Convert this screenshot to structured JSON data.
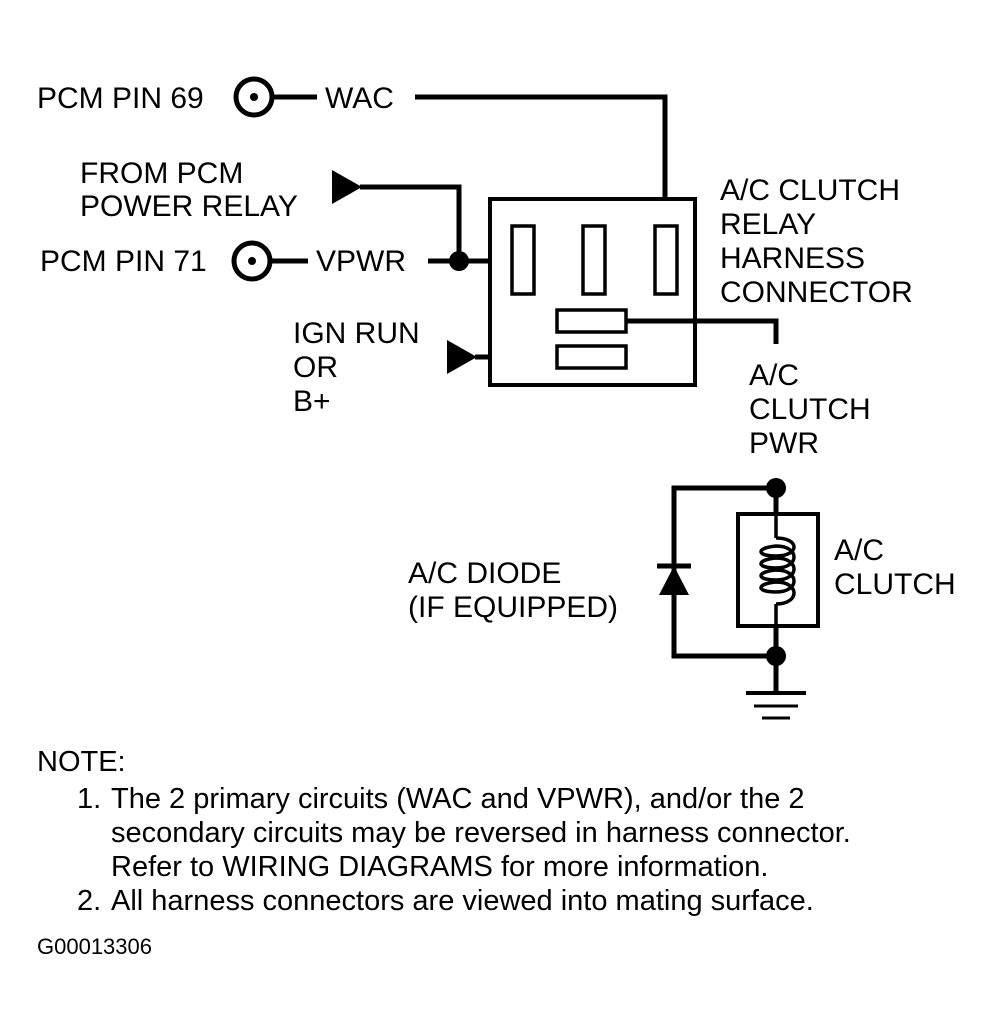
{
  "labels": {
    "pcm_pin_69": "PCM PIN 69",
    "wac": "WAC",
    "from_pcm_line1": "FROM PCM",
    "from_pcm_line2": "POWER RELAY",
    "pcm_pin_71": "PCM PIN 71",
    "vpwr": "VPWR",
    "ign_line1": "IGN RUN",
    "ign_line2": "OR",
    "ign_line3": "B+",
    "relay_line1": "A/C CLUTCH",
    "relay_line2": "RELAY",
    "relay_line3": "HARNESS",
    "relay_line4": "CONNECTOR",
    "pwr_line1": "A/C",
    "pwr_line2": "CLUTCH",
    "pwr_line3": "PWR",
    "diode_line1": "A/C DIODE",
    "diode_line2": "(IF EQUIPPED)",
    "clutch_line1": "A/C",
    "clutch_line2": "CLUTCH"
  },
  "note": {
    "heading": "NOTE:",
    "item1_num": "1.",
    "item1_line1": "The 2 primary circuits (WAC and VPWR), and/or the 2",
    "item1_line2": "secondary circuits may be reversed in harness connector.",
    "item1_line3": "Refer to WIRING DIAGRAMS for more information.",
    "item2_num": "2.",
    "item2_line1": "All harness connectors are viewed into mating surface."
  },
  "figure_id": "G00013306"
}
